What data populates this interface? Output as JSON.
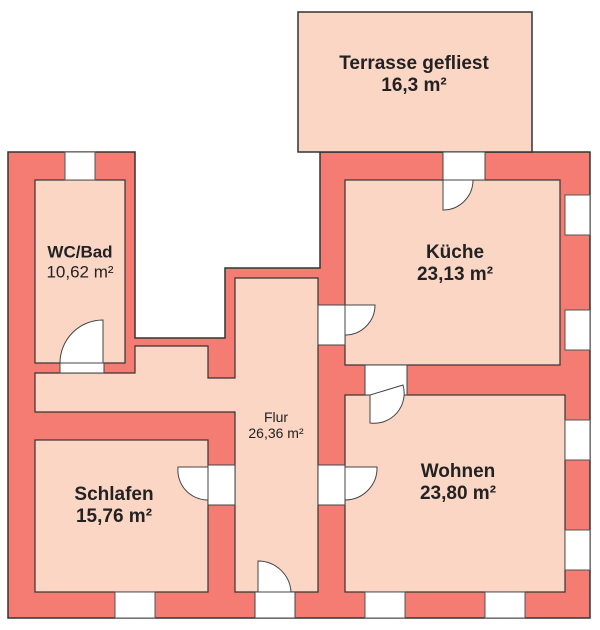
{
  "colors": {
    "wall": "#f47c73",
    "room": "#fbd6c5",
    "outline": "#333333",
    "opening": "#ffffff"
  },
  "rooms": {
    "terrasse": {
      "name": "Terrasse gefliest",
      "area": "16,3 m²"
    },
    "wc": {
      "name": "WC/Bad",
      "area": "10,62 m²"
    },
    "kueche": {
      "name": "Küche",
      "area": "23,13 m²"
    },
    "flur": {
      "name": "Flur",
      "area": "26,36 m²"
    },
    "schlafen": {
      "name": "Schlafen",
      "area": "15,76 m²"
    },
    "wohnen": {
      "name": "Wohnen",
      "area": "23,80 m²"
    }
  }
}
